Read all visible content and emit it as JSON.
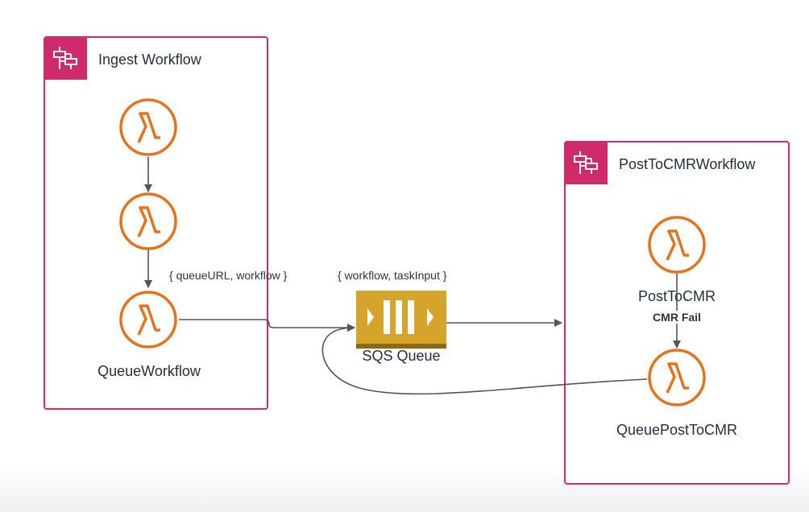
{
  "ingest_group": {
    "title": "Ingest Workflow",
    "icon": "step-functions-icon"
  },
  "post_group": {
    "title": "PostToCMRWorkflow",
    "icon": "step-functions-icon"
  },
  "nodes": {
    "lambda_1": {
      "icon": "lambda-icon"
    },
    "lambda_2": {
      "icon": "lambda-icon"
    },
    "queue_workflow": {
      "icon": "lambda-icon",
      "label": "QueueWorkflow"
    },
    "post_to_cmr": {
      "icon": "lambda-icon",
      "label": "PostToCMR"
    },
    "queue_post_to_cmr": {
      "icon": "lambda-icon",
      "label": "QueuePostToCMR"
    },
    "sqs_queue": {
      "icon": "sqs-queue-icon",
      "label": "SQS Queue"
    }
  },
  "edges": {
    "queue_workflow_payload": "{ queueURL, workflow }",
    "sqs_payload": "{ workflow, taskInput }",
    "cmr_fail": "CMR Fail"
  },
  "colors": {
    "group_border": "#cf2a6b",
    "lambda": "#e3741f",
    "sqs": "#d4a42b",
    "connector": "#555555"
  }
}
